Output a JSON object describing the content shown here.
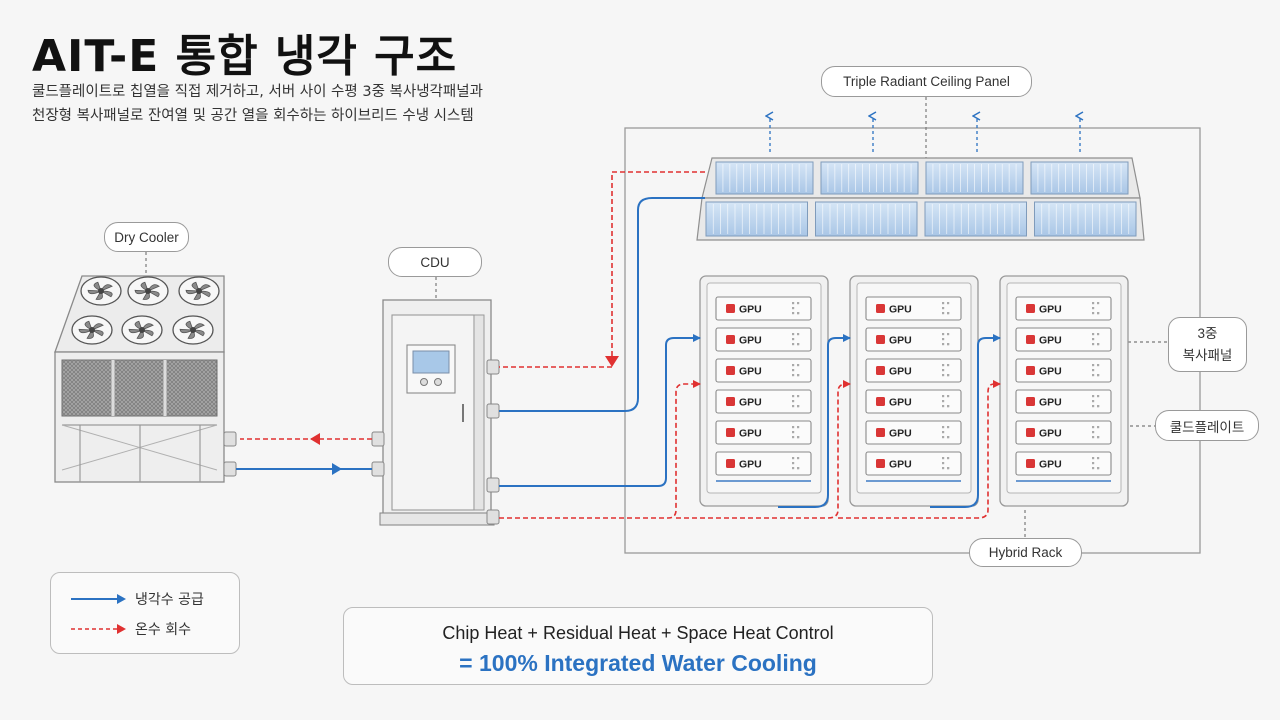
{
  "title": "AIT-E 통합 냉각 구조",
  "subtitle": {
    "line1": "쿨드플레이트로 칩열을 직접 제거하고, 서버 사이 수평 3중 복사냉각패널과",
    "line2": "천장형 복사패널로 잔여열 및 공간 열을 회수하는 하이브리드 수냉 시스템"
  },
  "labels": {
    "ceiling_panel": "Triple Radiant Ceiling Panel",
    "dry_cooler": "Dry Cooler",
    "cdu": "CDU",
    "triple_panel_line1": "3중",
    "triple_panel_line2": "복사패널",
    "cold_plate": "쿨드플레이트",
    "hybrid_rack": "Hybrid Rack"
  },
  "gpu_label": "GPU",
  "racks": [
    {
      "units": [
        "GPU",
        "GPU",
        "GPU",
        "GPU",
        "GPU",
        "GPU"
      ]
    },
    {
      "units": [
        "GPU",
        "GPU",
        "GPU",
        "GPU",
        "GPU",
        "GPU"
      ]
    },
    {
      "units": [
        "GPU",
        "GPU",
        "GPU",
        "GPU",
        "GPU",
        "GPU"
      ]
    }
  ],
  "legend": {
    "supply": "냉각수 공급",
    "return": "온수 회수"
  },
  "summary": {
    "line1": "Chip Heat + Residual Heat + Space Heat Control",
    "line2": "= 100% Integrated Water Cooling"
  },
  "colors": {
    "supply": "#2b72c2",
    "return": "#e03131",
    "gpu_chip": "#d93636",
    "panel": "#bcd4ee",
    "accent_text": "#2b72c2"
  }
}
